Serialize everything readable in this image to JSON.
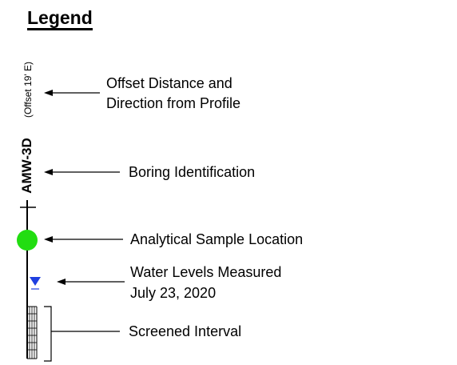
{
  "title": "Legend",
  "boring": {
    "offset_label": "(Offset 19' E)",
    "id_label": "AMW-3D"
  },
  "callouts": {
    "offset_line1": "Offset Distance and",
    "offset_line2": "Direction from Profile",
    "boring_id": "Boring Identification",
    "sample": "Analytical Sample Location",
    "water_line1": "Water Levels Measured",
    "water_line2": "July 23, 2020",
    "screen": "Screened Interval"
  },
  "colors": {
    "sample_marker": "#22dd11",
    "water_marker": "#1f3fe0"
  }
}
